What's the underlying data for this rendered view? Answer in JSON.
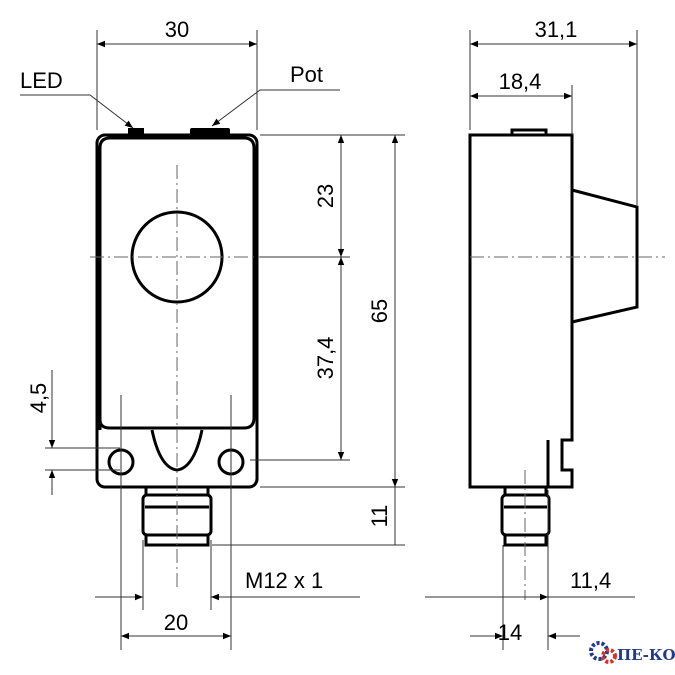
{
  "labels": {
    "led": "LED",
    "pot": "Pot"
  },
  "front_view": {
    "width": "30",
    "upper_height": "23",
    "lower_height": "37,4",
    "total_height": "65",
    "hole_offset": "4,5",
    "connector_length": "11",
    "thread": "M12 x 1",
    "hole_spacing": "20"
  },
  "side_view": {
    "total_depth": "31,1",
    "body_depth": "18,4",
    "connector_offset": "11,4",
    "connector_position": "14"
  },
  "logo": {
    "text": "ПЕ-КО",
    "colors": {
      "blue": "#233a8a",
      "red": "#d0342c"
    }
  }
}
